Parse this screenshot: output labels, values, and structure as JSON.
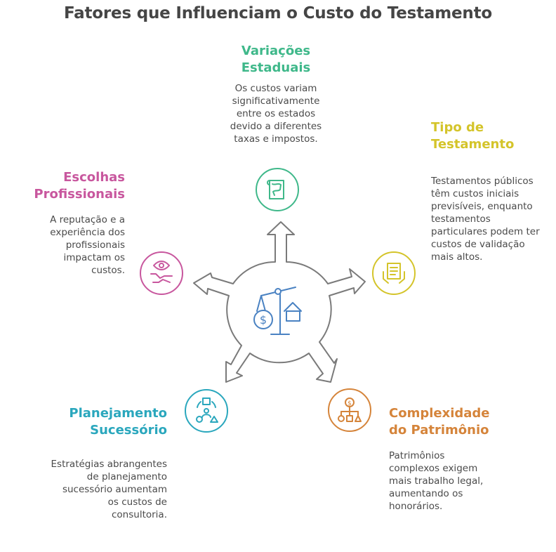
{
  "title": "Fatores que Influenciam o Custo do Testamento",
  "colors": {
    "green": "#3fb88a",
    "yellow": "#d4c42a",
    "pink": "#c8579e",
    "orange": "#d5843a",
    "teal": "#2aa7bd",
    "hub_icon": "#4a82c2",
    "hub_arrows": "#7a7a7a"
  },
  "factors": {
    "variacoes": {
      "heading": [
        "Variações",
        "Estaduais"
      ],
      "description": [
        "Os custos variam",
        "significativamente",
        "entre os estados",
        "devido a diferentes",
        "taxas e impostos."
      ],
      "icon": "map-scroll-icon"
    },
    "tipo": {
      "heading": [
        "Tipo de",
        "Testamento"
      ],
      "description": [
        "Testamentos públicos",
        "têm custos iniciais",
        "previsíveis, enquanto",
        "testamentos",
        "particulares podem ter",
        "custos de validação",
        "mais altos."
      ],
      "icon": "document-hands-icon"
    },
    "escolhas": {
      "heading": [
        "Escolhas",
        "Profissionais"
      ],
      "description": [
        "A reputação e a",
        "experiência dos",
        "profissionais",
        "impactam os",
        "custos."
      ],
      "icon": "eye-handshake-icon"
    },
    "complexidade": {
      "heading": [
        "Complexidade",
        "do Patrimônio"
      ],
      "description": [
        "Patrimônios",
        "complexos exigem",
        "mais trabalho legal,",
        "aumentando os",
        "honorários."
      ],
      "icon": "asset-hierarchy-icon"
    },
    "planejamento": {
      "heading": [
        "Planejamento",
        "Sucessório"
      ],
      "description": [
        "Estratégias abrangentes",
        "de planejamento",
        "sucessório aumentam",
        "os custos de",
        "consultoria."
      ],
      "icon": "succession-cycle-icon"
    }
  },
  "hub": {
    "icon": "balance-scale-icon"
  }
}
